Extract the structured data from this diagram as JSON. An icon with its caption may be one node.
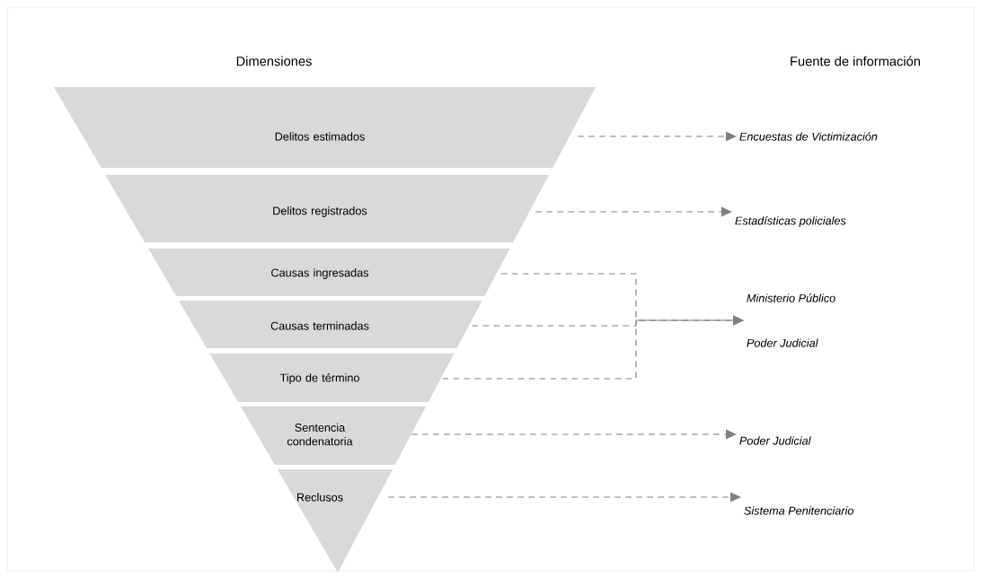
{
  "diagram": {
    "nodes": [
      {
        "text": [
          "Delitos estimados"
        ]
      },
      {
        "text": [
          "Delitos registrados"
        ]
      },
      {
        "text": [
          "Causas ingresadas"
        ]
      },
      {
        "text": [
          "Causas terminadas"
        ]
      },
      {
        "text": [
          "Tipo de término"
        ]
      },
      {
        "text": [
          "Sentencia condenatoria"
        ]
      },
      {
        "text": [
          "Reclusos"
        ]
      },
      {
        "text": [
          "Encuestas de Victimización"
        ]
      },
      {
        "text": [
          "Estadísticas policiales"
        ]
      },
      {
        "text": [
          "Ministerio Público",
          "Poder Judicial"
        ]
      },
      {
        "text": [
          "Poder Judicial"
        ]
      },
      {
        "text": [
          "Sistema Penitenciario"
        ]
      }
    ],
    "edges": [
      {
        "from": 0,
        "to": 7,
        "arrow": "to",
        "style": "dashed"
      },
      {
        "from": 1,
        "to": 8,
        "arrow": "to",
        "style": "dashed"
      },
      {
        "from": 2,
        "to": 9,
        "arrow": "to",
        "style": "dashed"
      },
      {
        "from": 3,
        "to": 9,
        "arrow": "to",
        "style": "dashed"
      },
      {
        "from": 4,
        "to": 9,
        "arrow": "to",
        "style": "dashed"
      },
      {
        "from": 5,
        "to": 10,
        "arrow": "to",
        "style": "dashed"
      },
      {
        "from": 6,
        "to": 11,
        "arrow": "to",
        "style": "dashed"
      }
    ],
    "labels": [
      "Dimensiones",
      "Fuente de información"
    ]
  }
}
